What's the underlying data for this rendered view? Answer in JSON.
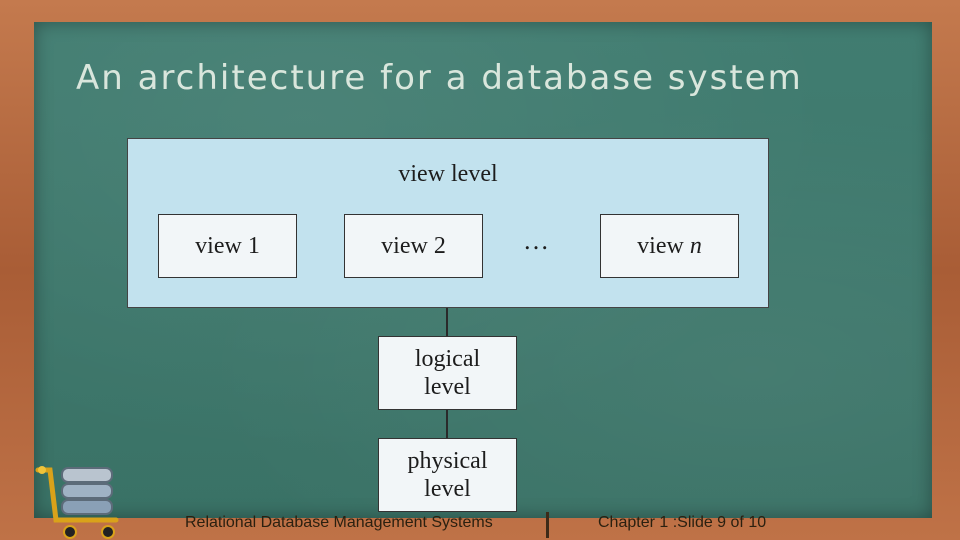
{
  "slide": {
    "title": "An architecture for a database system"
  },
  "diagram": {
    "view_level_label": "view level",
    "views": [
      {
        "label": "view 1"
      },
      {
        "label": "view 2"
      },
      {
        "label": "view n"
      }
    ],
    "ellipsis": "…",
    "logical": {
      "line1": "logical",
      "line2": "level"
    },
    "physical": {
      "line1": "physical",
      "line2": "level"
    }
  },
  "footer": {
    "course": "Relational Database Management Systems",
    "slide_info": "Chapter 1 :Slide 9 of 10"
  },
  "colors": {
    "board": "#3f7a6e",
    "frame": "#b8673e",
    "view_level_fill": "#c2e2ee",
    "box_fill": "#f2f6f8"
  }
}
